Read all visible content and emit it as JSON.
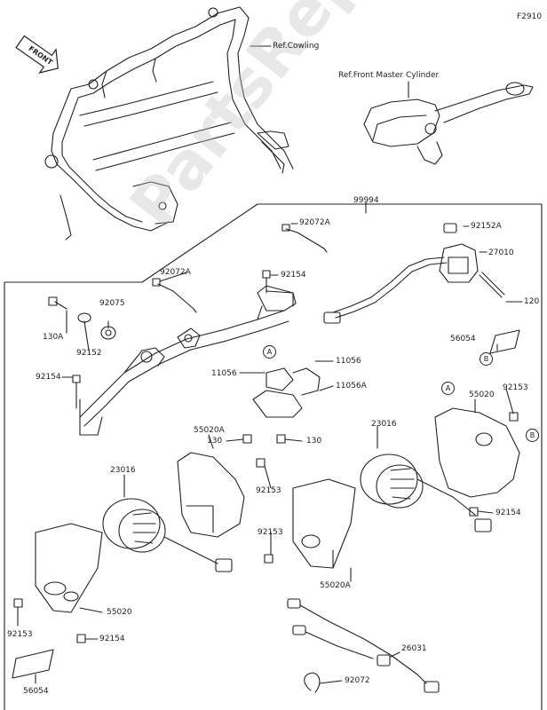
{
  "figure_code": "F2910",
  "front_label": "FRONT",
  "watermark": "PartsRepublik",
  "references": {
    "cowling": "Ref.Cowling",
    "front_master_cylinder": "Ref.Front Master Cylinder"
  },
  "callouts": {
    "c99994": "99994",
    "c92072A_top": "92072A",
    "c92152A": "92152A",
    "c27010": "27010",
    "c120": "120",
    "c92072A_left": "92072A",
    "c92154_top": "92154",
    "c92075": "92075",
    "c130A": "130A",
    "c92152": "92152",
    "c56054_right": "56054",
    "c11056": "11056",
    "c11056_left": "11056",
    "c11056A": "11056A",
    "c92154_left": "92154",
    "c92153_right": "92153",
    "c55020_right": "55020",
    "c23016_right": "23016",
    "c55020A_left": "55020A",
    "c130_left": "130",
    "c130_right": "130",
    "c23016_left": "23016",
    "c92153_center": "92153",
    "c92154_right": "92154",
    "c92153_mid": "92153",
    "c55020A_bottom": "55020A",
    "c55020_left": "55020",
    "c92153_left": "92153",
    "c92154_bottom": "92154",
    "c56054_left": "56054",
    "c26031": "26031",
    "c92072": "92072"
  },
  "markers": {
    "A_top": "A",
    "A_right": "A",
    "B_right": "B",
    "B_decal": "B"
  }
}
